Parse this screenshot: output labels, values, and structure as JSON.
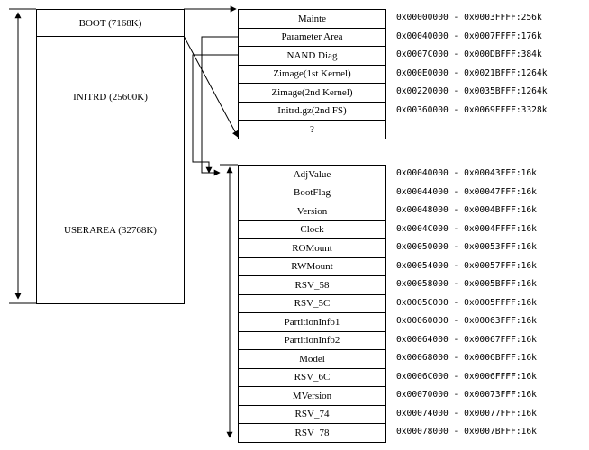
{
  "left_column": [
    {
      "key": "boot",
      "label": "BOOT (7168K)"
    },
    {
      "key": "initrd",
      "label": "INITRD (25600K)"
    },
    {
      "key": "userarea",
      "label": "USERAREA (32768K)"
    }
  ],
  "boot_map": [
    {
      "label": "Mainte",
      "range": "0x00000000 - 0x0003FFFF:256k"
    },
    {
      "label": "Parameter Area",
      "range": "0x00040000 - 0x0007FFFF:176k"
    },
    {
      "label": "NAND Diag",
      "range": "0x0007C000 - 0x000DBFFF:384k"
    },
    {
      "label": "Zimage(1st Kernel)",
      "range": "0x000E0000 - 0x0021BFFF:1264k"
    },
    {
      "label": "Zimage(2nd Kernel)",
      "range": "0x00220000 - 0x0035BFFF:1264k"
    },
    {
      "label": "Initrd.gz(2nd FS)",
      "range": "0x00360000 - 0x0069FFFF:3328k"
    },
    {
      "label": "?",
      "range": ""
    }
  ],
  "param_map": [
    {
      "label": "AdjValue",
      "range": "0x00040000 - 0x00043FFF:16k"
    },
    {
      "label": "BootFlag",
      "range": "0x00044000 - 0x00047FFF:16k"
    },
    {
      "label": "Version",
      "range": "0x00048000 - 0x0004BFFF:16k"
    },
    {
      "label": "Clock",
      "range": "0x0004C000 - 0x0004FFFF:16k"
    },
    {
      "label": "ROMount",
      "range": "0x00050000 - 0x00053FFF:16k"
    },
    {
      "label": "RWMount",
      "range": "0x00054000 - 0x00057FFF:16k"
    },
    {
      "label": "RSV_58",
      "range": "0x00058000 - 0x0005BFFF:16k"
    },
    {
      "label": "RSV_5C",
      "range": "0x0005C000 - 0x0005FFFF:16k"
    },
    {
      "label": "PartitionInfo1",
      "range": "0x00060000 - 0x00063FFF:16k"
    },
    {
      "label": "PartitionInfo2",
      "range": "0x00064000 - 0x00067FFF:16k"
    },
    {
      "label": "Model",
      "range": "0x00068000 - 0x0006BFFF:16k"
    },
    {
      "label": "RSV_6C",
      "range": "0x0006C000 - 0x0006FFFF:16k"
    },
    {
      "label": "MVersion",
      "range": "0x00070000 - 0x00073FFF:16k"
    },
    {
      "label": "RSV_74",
      "range": "0x00074000 - 0x00077FFF:16k"
    },
    {
      "label": "RSV_78",
      "range": "0x00078000 - 0x0007BFFF:16k"
    }
  ]
}
